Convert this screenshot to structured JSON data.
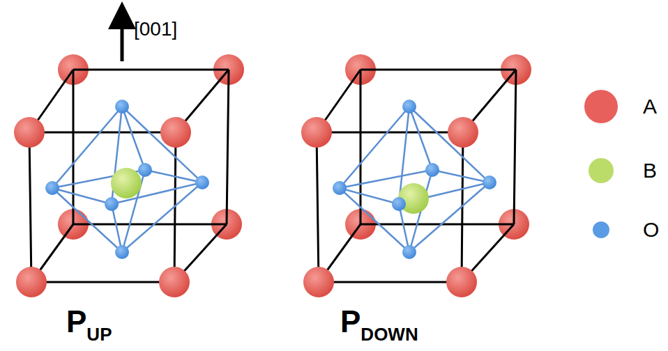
{
  "diagram": {
    "labels": [
      "[001]",
      "P",
      "UP",
      "P",
      "DOWN"
    ],
    "legend": [
      {
        "text": "A",
        "color": "#e8605c"
      },
      {
        "text": "B",
        "color": "#bcdc6a"
      },
      {
        "text": "O",
        "color": "#5a9be6"
      }
    ]
  }
}
